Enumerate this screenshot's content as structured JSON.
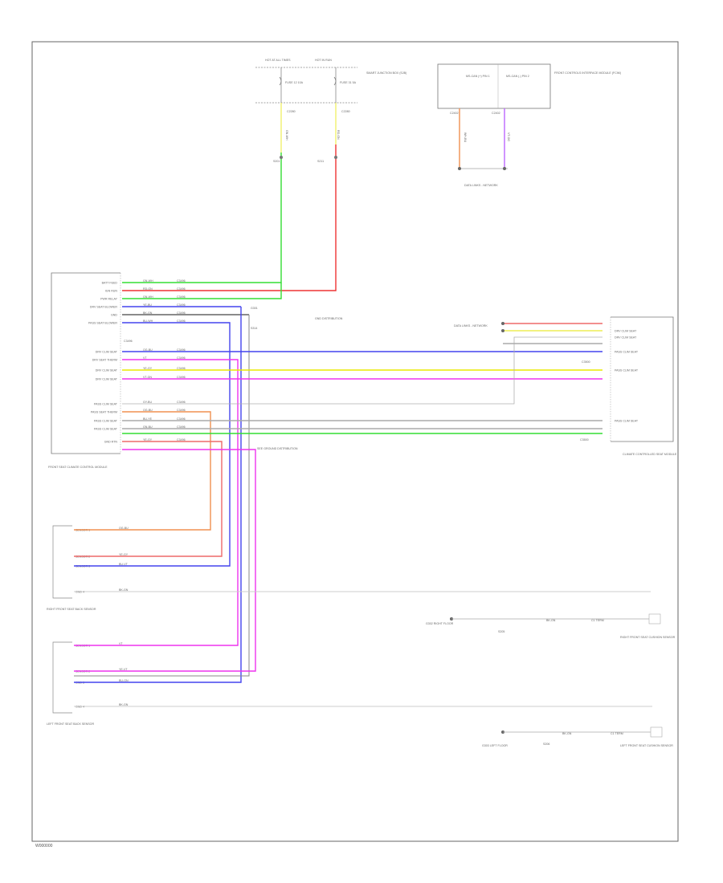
{
  "footer": {
    "code": "W000000"
  },
  "colors": {
    "green": "#33dd33",
    "red": "#ee3333",
    "blue": "#4444ee",
    "magenta": "#ee33ee",
    "yellow": "#e8e800",
    "orange": "#f09050",
    "salmon": "#ee6a6a",
    "gray": "#aaaaaa",
    "violet": "#bb66ff",
    "lightyellow": "#eeee55",
    "frame": "#666666"
  },
  "fuse_box": {
    "hot_left": "HOT AT ALL TIMES",
    "hot_right": "HOT IN RUN",
    "fuse_left": "FUSE 12 10A",
    "fuse_right": "FUSE 31 5A",
    "name": "SMART JUNCTION BOX (SJB)",
    "conn_left": "C2280",
    "conn_right": "C2280",
    "wire_left": "GN-WH",
    "wire_right": "RD-GN",
    "splice_left": "S201",
    "splice_right": "S211"
  },
  "hvac": {
    "name": "FRONT CONTROLS INTERFACE MODULE (FCIM)",
    "cell1": "MS-CAN (+) PIN 1",
    "cell2": "MS-CAN (-) PIN 2",
    "pin_left": "C2402",
    "pin_right": "C2402",
    "wire_left": "WH-BU",
    "wire_right": "VT-OG",
    "note": "DATA LINKS - NETWORK"
  },
  "seat_module": {
    "name": "FRONT SEAT CLIMATE CONTROL MODULE",
    "connector": "C3496",
    "pins": [
      "BATT FEED",
      "IGN RUN",
      "PWR RELAY",
      "DRV SEAT BLOWER",
      "GND",
      "PASS SEAT BLOWER",
      "DRV CLIM SEAT",
      "DRV SEAT THERM",
      "DRV CLIM SEAT",
      "DRV CLIM SEAT",
      "PASS CLIM SEAT",
      "PASS SEAT THERM",
      "PASS CLIM SEAT",
      "PASS CLIM SEAT",
      "GND RTN"
    ]
  },
  "ground": {
    "g1": "G301",
    "g1_label": "GND DISTRIBUTION",
    "splice": "S314",
    "note": "SEE GROUND DISTRIBUTION"
  },
  "right_module": {
    "name": "CLIMATE CONTROLLED SEAT MODULE",
    "connector": "C3500",
    "pins": [
      "DRV CLIM SEAT",
      "DRV CLIM SEAT",
      "PASS CLIM SEAT",
      "PASS CLIM SEAT",
      "PASS CLIM SEAT"
    ],
    "data_links": "DATA LINKS - NETWORK",
    "c_top": "C3500",
    "c_bottom": "C3500"
  },
  "sensor_right": {
    "name": "RIGHT FRONT SEAT BACK SENSOR",
    "pins": [
      "SENSOR 1",
      "SENSOR 2",
      "SENSOR 3",
      "GND 4"
    ],
    "wires": [
      "OG-BU",
      "YE-GY",
      "BU-VT",
      "BK-GN"
    ]
  },
  "sensor_left": {
    "name": "LEFT FRONT SEAT BACK SENSOR",
    "pins": [
      "SENSOR 1",
      "SENSOR 2",
      "GND 3",
      "GND 4"
    ],
    "wires": [
      "VT",
      "YE-VT",
      "BU-GN",
      "BK-GN"
    ]
  },
  "ground_right": {
    "label": "G302 RIGHT FLOOR",
    "module": "RIGHT FRONT SEAT CUSHION SENSOR",
    "wire": "BK-GN",
    "splice": "S205",
    "pin": "C1 TERM"
  },
  "ground_left": {
    "label": "G303 LEFT FLOOR",
    "module": "LEFT FRONT SEAT CUSHION SENSOR",
    "wire": "BK-GN",
    "splice": "S206",
    "pin": "C1 TERM"
  },
  "wire_labels": {
    "batt": [
      "GN-WH",
      "C3496"
    ],
    "ign": [
      "RD-GN",
      "C3496"
    ],
    "relay": [
      "GN-WH",
      "C3496"
    ],
    "drv_blower": [
      "YE-BU",
      "C3496"
    ],
    "gnd": [
      "BK-GN",
      "C3496"
    ],
    "pass_blower": [
      "BU-WH",
      "C3496"
    ],
    "drv1": [
      "OG-BU",
      "C3496"
    ],
    "drv2": [
      "VT",
      "C3496"
    ],
    "drv3": [
      "YE-GY",
      "C3496"
    ],
    "drv4": [
      "VT-GN",
      "C3496"
    ],
    "pass1": [
      "GY-BU",
      "C3496"
    ],
    "pass2": [
      "OG-BU",
      "C3496"
    ],
    "pass3": [
      "BU-YE",
      "C3496"
    ],
    "pass4": [
      "GN-BU",
      "C3496"
    ],
    "gnd_rtn": [
      "YE-GY",
      "C3496"
    ]
  }
}
